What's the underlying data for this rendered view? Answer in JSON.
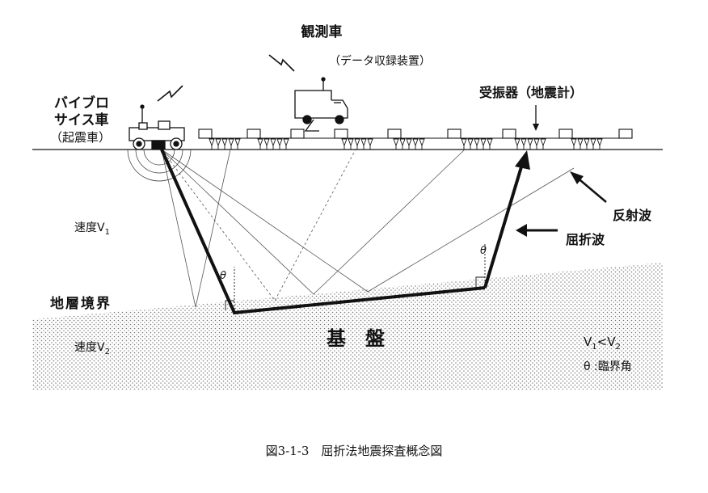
{
  "labels": {
    "observation_vehicle": "観測車",
    "data_recorder": "（データ収録装置）",
    "vibrator_line1": "バイブロ",
    "vibrator_line2": "サイス車",
    "vibrator_line3": "（起震車）",
    "geophone": "受振器（地震計）",
    "reflected_wave": "反射波",
    "refracted_wave": "屈折波",
    "velocity_1_prefix": "速度V",
    "velocity_1_sub": "1",
    "velocity_2_prefix": "速度V",
    "velocity_2_sub": "2",
    "layer_boundary": "地層境界",
    "basement": "基　盤",
    "relation_v1": "V",
    "relation_sub1": "1",
    "relation_lt": "<V",
    "relation_sub2": "2",
    "critical_angle_symbol": "θ",
    "critical_angle_text": "θ :臨界角",
    "theta_left": "θ",
    "theta_right": "θ"
  },
  "caption": "図3-1-3　屈折法地震探査概念図",
  "colors": {
    "ink": "#111111",
    "background": "#ffffff",
    "stipple": "#777777"
  }
}
